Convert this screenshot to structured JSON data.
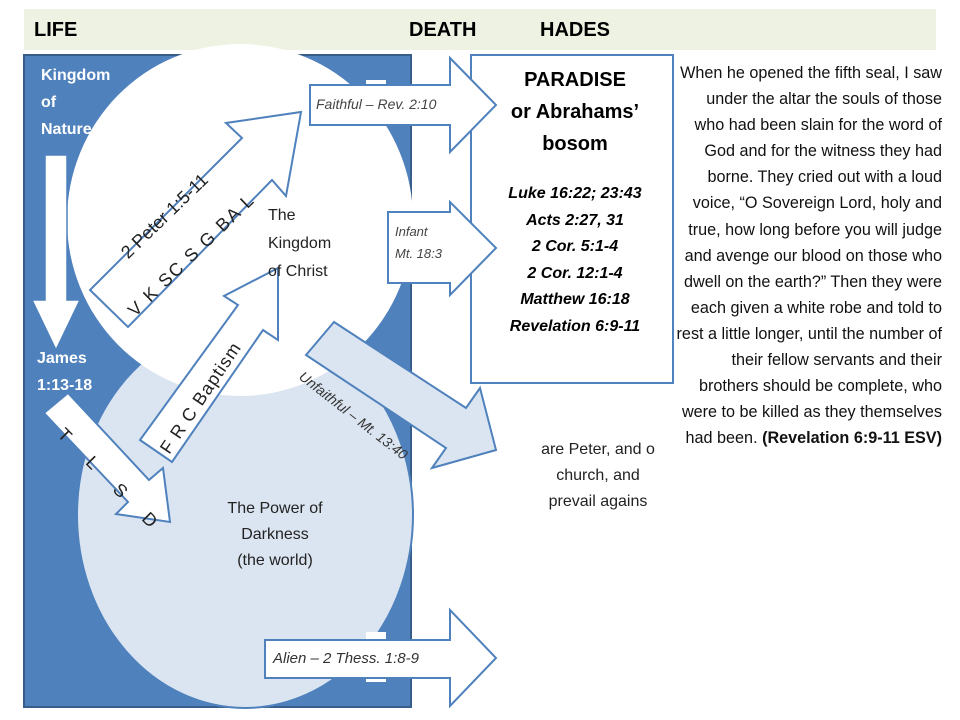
{
  "header": {
    "life": "LIFE",
    "death": "DEATH",
    "hades": "HADES"
  },
  "left_panel": {
    "kingdom_nature": "Kingdom\nof\nNature",
    "james": "James\n1:13-18",
    "kingdom_christ": "The\nKingdom\nof Christ",
    "power_darkness": "The Power of\nDarkness\n(the world)",
    "peter_ref": "2 Peter 1:5-11",
    "virtues": "V  K  SC  S  G  BA  L",
    "frc_baptism": "F  R  C  Baptism",
    "tlsd": "T L S D"
  },
  "arrows": {
    "faithful": "Faithful – Rev. 2:10",
    "infant": "Infant\nMt. 18:3",
    "unfaithful": "Unfaithful – Mt. 13:40",
    "alien": "Alien – 2 Thess. 1:8-9"
  },
  "paradise": {
    "title": "PARADISE\nor Abrahams’\nbosom",
    "refs": [
      "Luke 16:22; 23:43",
      "Acts 2:27, 31",
      "2 Cor. 5:1-4",
      "2 Cor. 12:1-4",
      "Matthew 16:18",
      "Revelation 6:9-11"
    ]
  },
  "partial_text": "are Peter, and o\nchurch, and\nprevail agains",
  "quote": {
    "body": "When he opened the fifth seal, I saw under the altar the souls of those who had been slain for the word of God and for the witness they had borne. They cried out with a loud voice, “O Sovereign Lord, holy and true, how long before you will judge and avenge our blood on those who dwell on the earth?” Then they were each given a white robe and told to rest a little longer, until the number of their fellow servants and their brothers should be complete, who were to be killed as they themselves had been.",
    "citation": "(Revelation 6:9-11 ESV)"
  },
  "colors": {
    "panel_blue": "#4f81bd",
    "light_circle": "#dbe5f1",
    "header_bg": "#eef2e3"
  }
}
